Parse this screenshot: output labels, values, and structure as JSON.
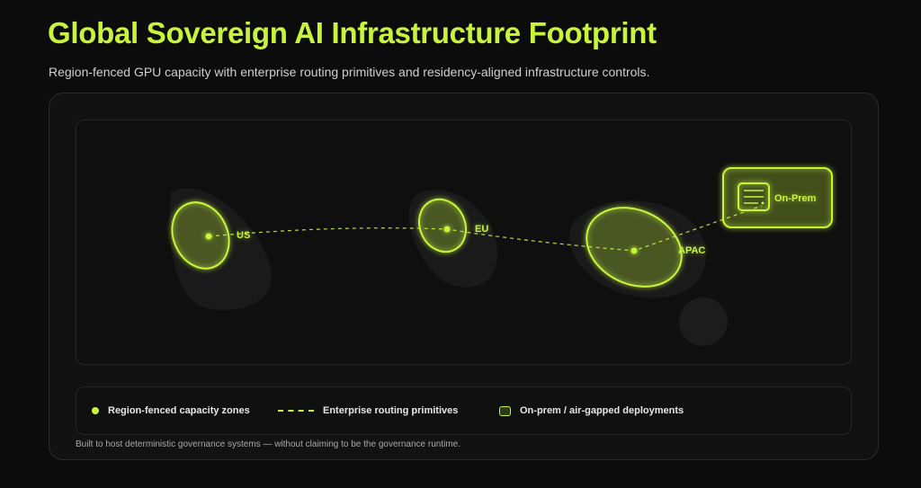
{
  "title": "Global Sovereign AI Infrastructure Footprint",
  "subtitle": "Region-fenced GPU capacity with enterprise routing primitives and residency-aligned infrastructure controls.",
  "accent": "#c8f53a",
  "regions": {
    "us": "US",
    "eu": "EU",
    "apac": "APAC",
    "onprem": "On-Prem"
  },
  "legend": {
    "zones": "Region-fenced capacity zones",
    "routing": "Enterprise routing primitives",
    "onprem": "On-prem / air-gapped deployments"
  },
  "footer": "Built to host deterministic governance systems — without claiming to be the governance runtime."
}
